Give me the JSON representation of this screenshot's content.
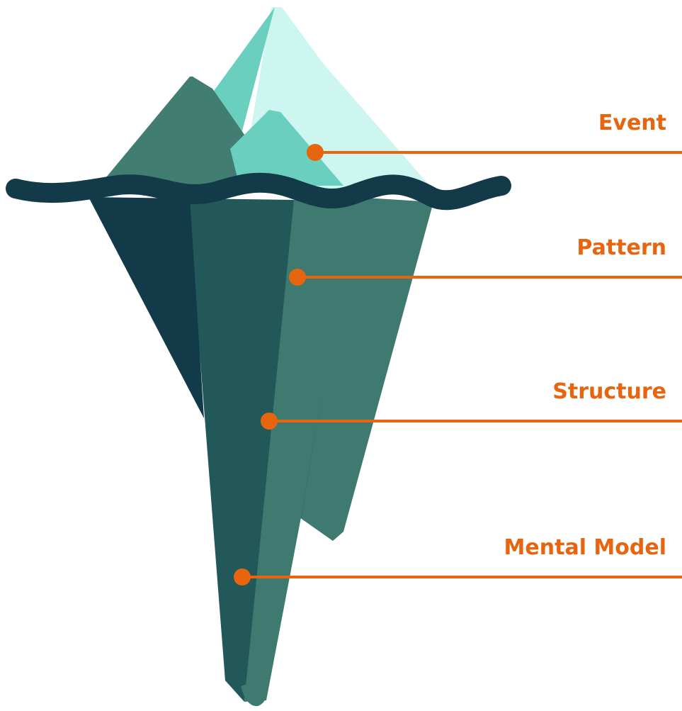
{
  "colors": {
    "accent": "#E8650F",
    "waterline": "#133A48",
    "ice_dark": "#133A48",
    "ice_mid": "#22585A",
    "ice_teal": "#3E7A70",
    "ice_green": "#417D70",
    "peak_light": "#CCF6EF",
    "peak_aqua": "#6ACFBF",
    "background": "#FFFFFF"
  },
  "levels": [
    {
      "label": "Event"
    },
    {
      "label": "Pattern"
    },
    {
      "label": "Structure"
    },
    {
      "label": "Mental Model"
    }
  ]
}
